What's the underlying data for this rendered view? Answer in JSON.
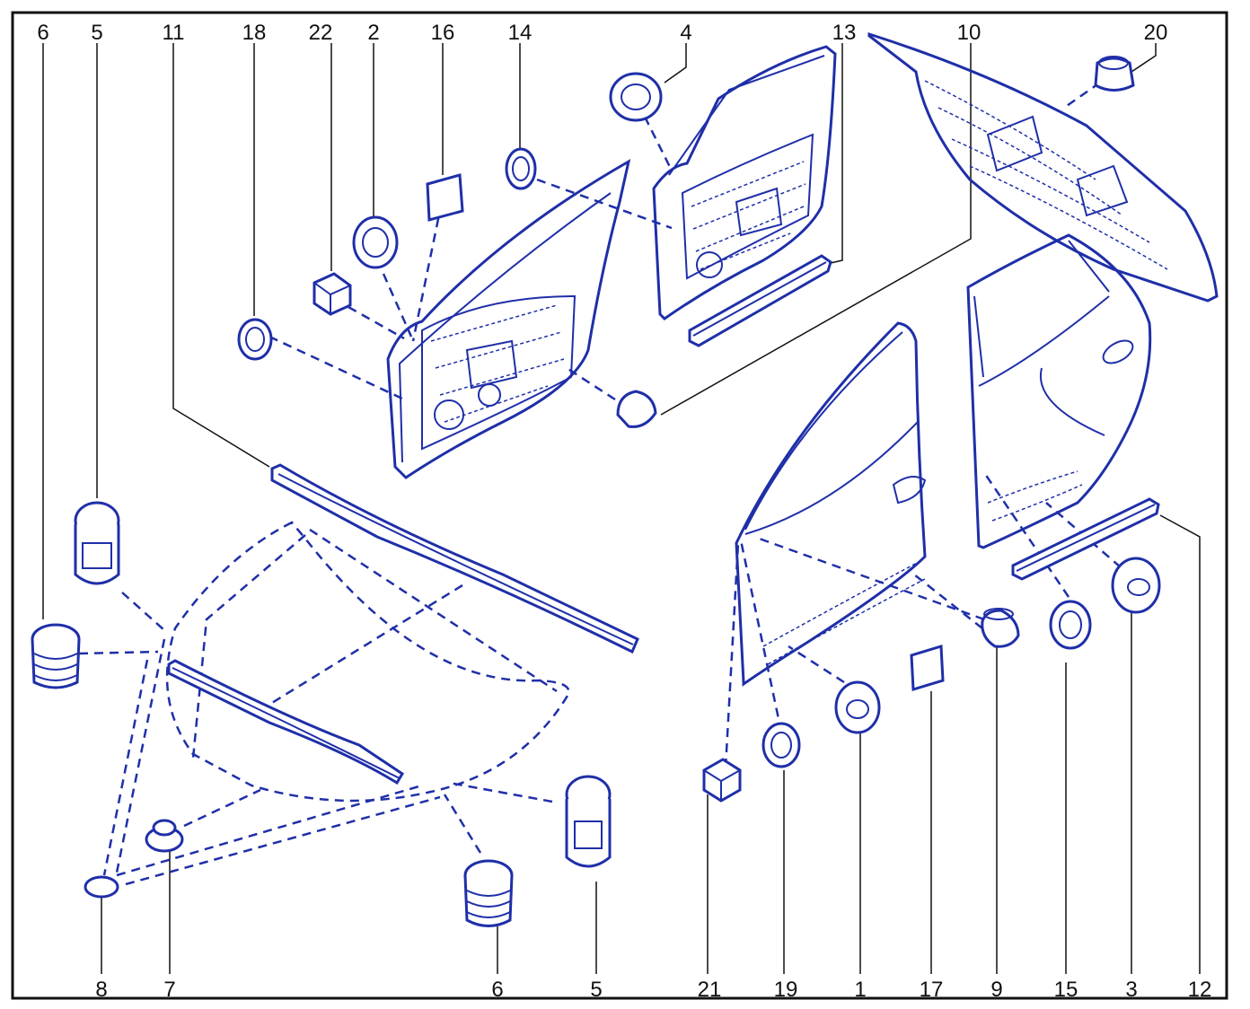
{
  "diagram": {
    "labels": {
      "top": [
        "6",
        "5",
        "11",
        "18",
        "22",
        "2",
        "16",
        "14",
        "4",
        "13",
        "10",
        "20"
      ],
      "bottom": [
        "8",
        "7",
        "6",
        "5",
        "21",
        "19",
        "1",
        "17",
        "9",
        "15",
        "3",
        "12"
      ]
    },
    "colors": {
      "line": "#1f2fa8",
      "text": "#111111",
      "frame": "#111111"
    }
  }
}
